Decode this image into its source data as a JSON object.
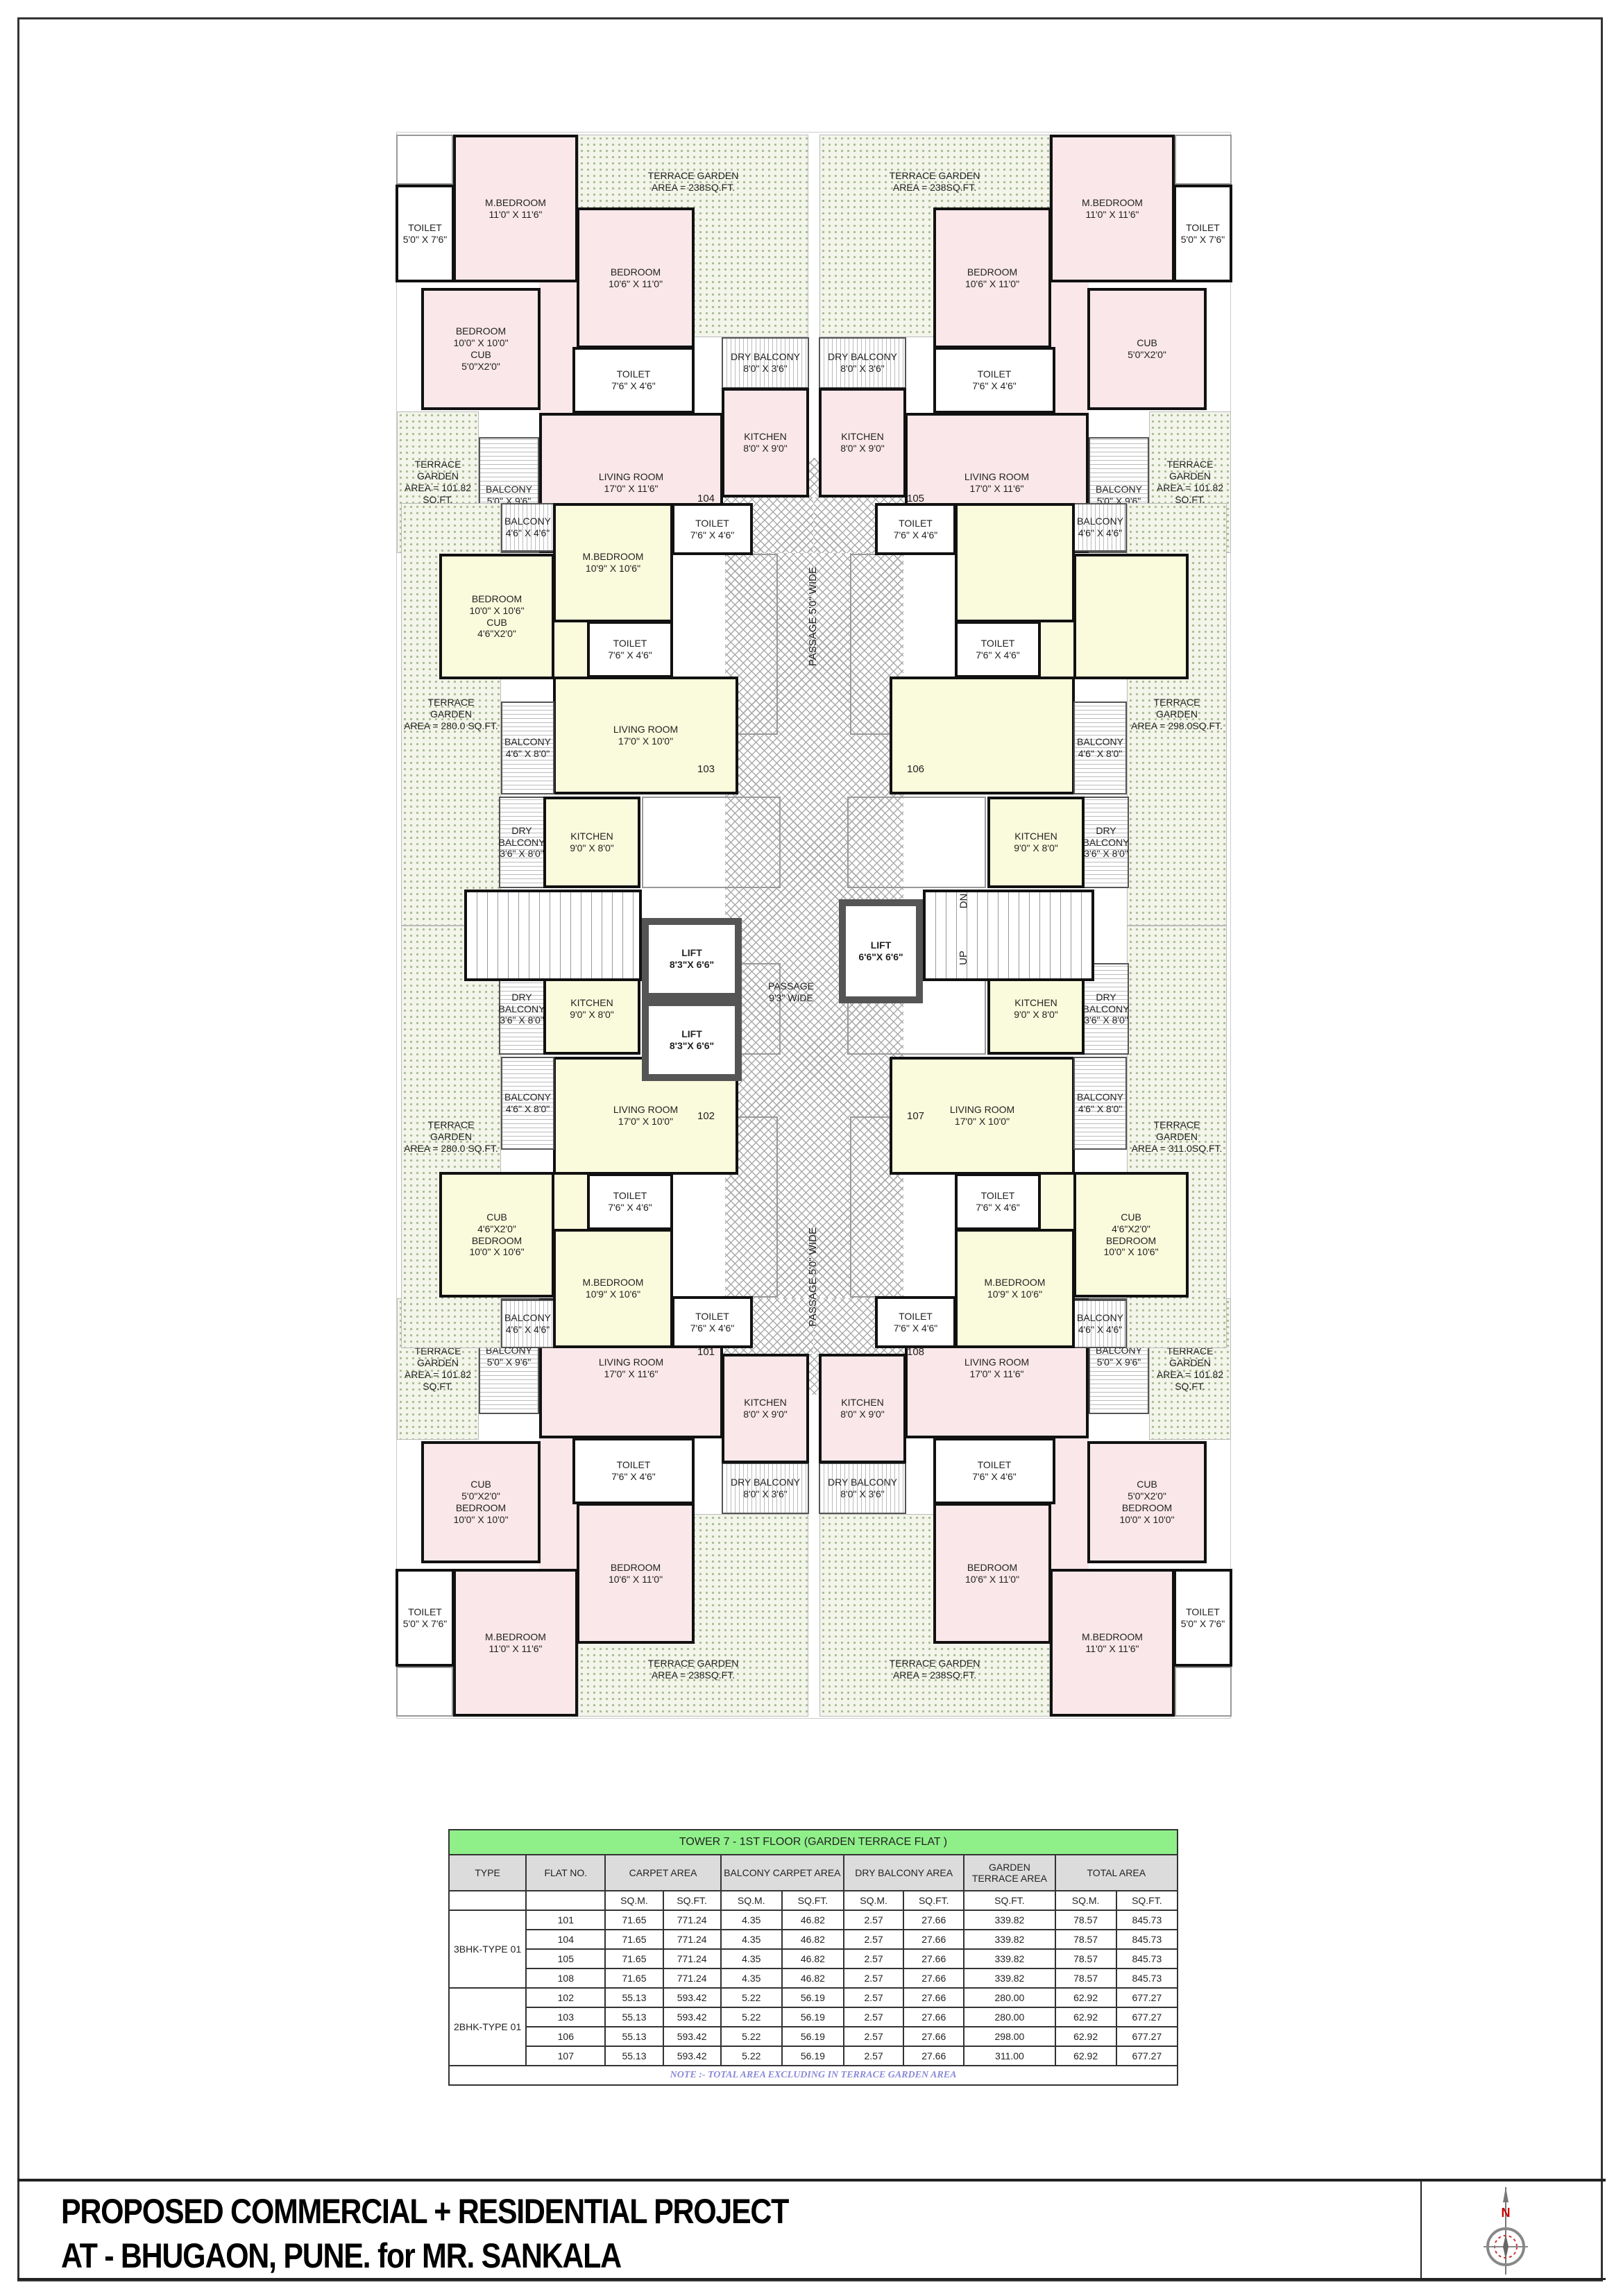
{
  "title_block": {
    "line1": "PROPOSED COMMERCIAL + RESIDENTIAL PROJECT",
    "line2": "AT - BHUGAON, PUNE. for MR. SANKALA",
    "north_label": "N"
  },
  "plan": {
    "colors": {
      "flat_3bhk": "#f9e7e9",
      "flat_2bhk": "#fafadc",
      "table_title": "#8ff08a"
    },
    "core": {
      "passage_center": "PASSAGE\n9'3\" WIDE",
      "passage_upper": "PASSAGE 5'0\" WIDE",
      "passage_lower": "PASSAGE 5'0\" WIDE",
      "lift_1": "LIFT\n8'3\"X 6'6\"",
      "lift_2": "LIFT\n8'3\"X 6'6\"",
      "lift_3": "LIFT\n6'6\"X 6'6\"",
      "stair_dn": "DN",
      "stair_up": "UP"
    },
    "flats": [
      {
        "flat_no": "104",
        "rooms": {
          "toilet_a": "TOILET\n5'0\" X 7'6\"",
          "mbed": "M.BEDROOM\n11'0\" X 11'6\"",
          "bed1": "BEDROOM\n10'6\" X 11'0\"",
          "bed2": "BEDROOM\n10'0\" X 10'0\"\nCUB\n5'0\"X2'0\"",
          "toilet_b": "TOILET\n7'6\" X 4'6\"",
          "living": "LIVING ROOM\n17'0\" X 11'6\"",
          "balcony": "BALCONY\n5'0\" X 9'6\"",
          "kitchen": "KITCHEN\n8'0\" X 9'0\"",
          "dry": "DRY BALCONY\n8'0\" X 3'6\"",
          "terrace1": "TERRACE GARDEN\nAREA = 238SQ.FT.",
          "terrace2": "TERRACE\nGARDEN\nAREA = 101.82\nSQ.FT."
        }
      },
      {
        "flat_no": "105",
        "rooms": {
          "toilet_a": "TOILET\n5'0\" X 7'6\"",
          "mbed": "M.BEDROOM\n11'0\" X 11'6\"",
          "bed1": "BEDROOM\n10'6\" X 11'0\"",
          "bed2": "CUB\n5'0\"X2'0\"",
          "toilet_b": "TOILET\n7'6\" X 4'6\"",
          "living": "LIVING ROOM\n17'0\" X 11'6\"",
          "balcony": "BALCONY\n5'0\" X 9'6\"",
          "kitchen": "KITCHEN\n8'0\" X 9'0\"",
          "dry": "DRY BALCONY\n8'0\" X 3'6\"",
          "terrace1": "TERRACE GARDEN\nAREA = 238SQ.FT.",
          "terrace2": "TERRACE\nGARDEN\nAREA = 101.82\nSQ.FT."
        }
      },
      {
        "flat_no": "101",
        "rooms": {
          "toilet_a": "TOILET\n5'0\" X 7'6\"",
          "mbed": "M.BEDROOM\n11'0\" X 11'6\"",
          "bed1": "BEDROOM\n10'6\" X 11'0\"",
          "bed2": "CUB\n5'0\"X2'0\"\nBEDROOM\n10'0\" X 10'0\"",
          "toilet_b": "TOILET\n7'6\" X 4'6\"",
          "living": "LIVING ROOM\n17'0\" X 11'6\"",
          "balcony": "BALCONY\n5'0\" X 9'6\"",
          "kitchen": "KITCHEN\n8'0\" X 9'0\"",
          "dry": "DRY BALCONY\n8'0\" X 3'6\"",
          "terrace1": "TERRACE GARDEN\nAREA = 238SQ.FT.",
          "terrace2": "TERRACE\nGARDEN\nAREA = 101.82\nSQ.FT."
        }
      },
      {
        "flat_no": "108",
        "rooms": {
          "toilet_a": "TOILET\n5'0\" X 7'6\"",
          "mbed": "M.BEDROOM\n11'0\" X 11'6\"",
          "bed1": "BEDROOM\n10'6\" X 11'0\"",
          "bed2": "CUB\n5'0\"X2'0\"\nBEDROOM\n10'0\" X 10'0\"",
          "toilet_b": "TOILET\n7'6\" X 4'6\"",
          "living": "LIVING ROOM\n17'0\" X 11'6\"",
          "balcony": "BALCONY\n5'0\" X 9'6\"",
          "kitchen": "KITCHEN\n8'0\" X 9'0\"",
          "dry": "DRY BALCONY\n8'0\" X 3'6\"",
          "terrace1": "TERRACE GARDEN\nAREA = 238SQ.FT.",
          "terrace2": "TERRACE\nGARDEN\nAREA = 101.82\nSQ.FT."
        }
      },
      {
        "flat_no": "103",
        "rooms": {
          "balcony_s": "BALCONY\n4'6\" X 4'6\"",
          "mbed": "M.BEDROOM\n10'9\" X 10'6\"",
          "toilet_top": "TOILET\n7'6\" X 4'6\"",
          "bed": "BEDROOM\n10'0\" X 10'6\"\nCUB\n4'6\"X2'0\"",
          "toilet2": "TOILET\n7'6\" X 4'6\"",
          "living": "LIVING ROOM\n17'0\" X 10'0\"",
          "balcony_l": "BALCONY\n4'6\" X 8'0\"",
          "kitchen": "KITCHEN\n9'0\" X 8'0\"",
          "dry": "DRY\nBALCONY\n3'6\" X 8'0\"",
          "terrace": "TERRACE\nGARDEN\nAREA = 280.0 SQ.FT."
        }
      },
      {
        "flat_no": "106",
        "rooms": {
          "balcony_s": "BALCONY\n4'6\" X 4'6\"",
          "mbed": "",
          "toilet_top": "TOILET\n7'6\" X 4'6\"",
          "bed": "",
          "toilet2": "TOILET\n7'6\" X 4'6\"",
          "living": "",
          "balcony_l": "BALCONY\n4'6\" X 8'0\"",
          "kitchen": "KITCHEN\n9'0\" X 8'0\"",
          "dry": "DRY\nBALCONY\n3'6\" X 8'0\"",
          "terrace": "TERRACE\nGARDEN\nAREA = 298.0SQ.FT."
        }
      },
      {
        "flat_no": "102",
        "rooms": {
          "balcony_s": "BALCONY\n4'6\" X 4'6\"",
          "mbed": "M.BEDROOM\n10'9\" X 10'6\"",
          "toilet_top": "TOILET\n7'6\" X 4'6\"",
          "bed": "CUB\n4'6\"X2'0\"\nBEDROOM\n10'0\" X 10'6\"",
          "toilet2": "TOILET\n7'6\" X 4'6\"",
          "living": "LIVING ROOM\n17'0\" X 10'0\"",
          "balcony_l": "BALCONY\n4'6\" X 8'0\"",
          "kitchen": "KITCHEN\n9'0\" X 8'0\"",
          "dry": "DRY\nBALCONY\n3'6\" X 8'0\"",
          "terrace": "TERRACE\nGARDEN\nAREA = 280.0 SQ.FT."
        }
      },
      {
        "flat_no": "107",
        "rooms": {
          "balcony_s": "BALCONY\n4'6\" X 4'6\"",
          "mbed": "M.BEDROOM\n10'9\" X 10'6\"",
          "toilet_top": "TOILET\n7'6\" X 4'6\"",
          "bed": "CUB\n4'6\"X2'0\"\nBEDROOM\n10'0\" X 10'6\"",
          "toilet2": "TOILET\n7'6\" X 4'6\"",
          "living": "LIVING ROOM\n17'0\" X 10'0\"",
          "balcony_l": "BALCONY\n4'6\" X 8'0\"",
          "kitchen": "KITCHEN\n9'0\" X 8'0\"",
          "dry": "DRY\nBALCONY\n3'6\" X 8'0\"",
          "terrace": "TERRACE\nGARDEN\nAREA = 311.0SQ.FT."
        }
      }
    ]
  },
  "table": {
    "title": "TOWER 7 - 1ST FLOOR (GARDEN TERRACE FLAT )",
    "headers": [
      "TYPE",
      "FLAT NO.",
      "CARPET AREA",
      "BALCONY CARPET AREA",
      "DRY BALCONY AREA",
      "GARDEN TERRACE AREA",
      "TOTAL  AREA"
    ],
    "units": [
      "SQ.M.",
      "SQ.FT.",
      "SQ.M.",
      "SQ.FT.",
      "SQ.M.",
      "SQ.FT.",
      "SQ.FT.",
      "SQ.M.",
      "SQ.FT."
    ],
    "groups": [
      {
        "type": "3BHK-TYPE 01",
        "rows": [
          [
            "101",
            "71.65",
            "771.24",
            "4.35",
            "46.82",
            "2.57",
            "27.66",
            "339.82",
            "78.57",
            "845.73"
          ],
          [
            "104",
            "71.65",
            "771.24",
            "4.35",
            "46.82",
            "2.57",
            "27.66",
            "339.82",
            "78.57",
            "845.73"
          ],
          [
            "105",
            "71.65",
            "771.24",
            "4.35",
            "46.82",
            "2.57",
            "27.66",
            "339.82",
            "78.57",
            "845.73"
          ],
          [
            "108",
            "71.65",
            "771.24",
            "4.35",
            "46.82",
            "2.57",
            "27.66",
            "339.82",
            "78.57",
            "845.73"
          ]
        ]
      },
      {
        "type": "2BHK-TYPE 01",
        "rows": [
          [
            "102",
            "55.13",
            "593.42",
            "5.22",
            "56.19",
            "2.57",
            "27.66",
            "280.00",
            "62.92",
            "677.27"
          ],
          [
            "103",
            "55.13",
            "593.42",
            "5.22",
            "56.19",
            "2.57",
            "27.66",
            "280.00",
            "62.92",
            "677.27"
          ],
          [
            "106",
            "55.13",
            "593.42",
            "5.22",
            "56.19",
            "2.57",
            "27.66",
            "298.00",
            "62.92",
            "677.27"
          ],
          [
            "107",
            "55.13",
            "593.42",
            "5.22",
            "56.19",
            "2.57",
            "27.66",
            "311.00",
            "62.92",
            "677.27"
          ]
        ]
      }
    ],
    "note": "NOTE :- TOTAL AREA EXCLUDING IN TERRACE GARDEN AREA"
  }
}
